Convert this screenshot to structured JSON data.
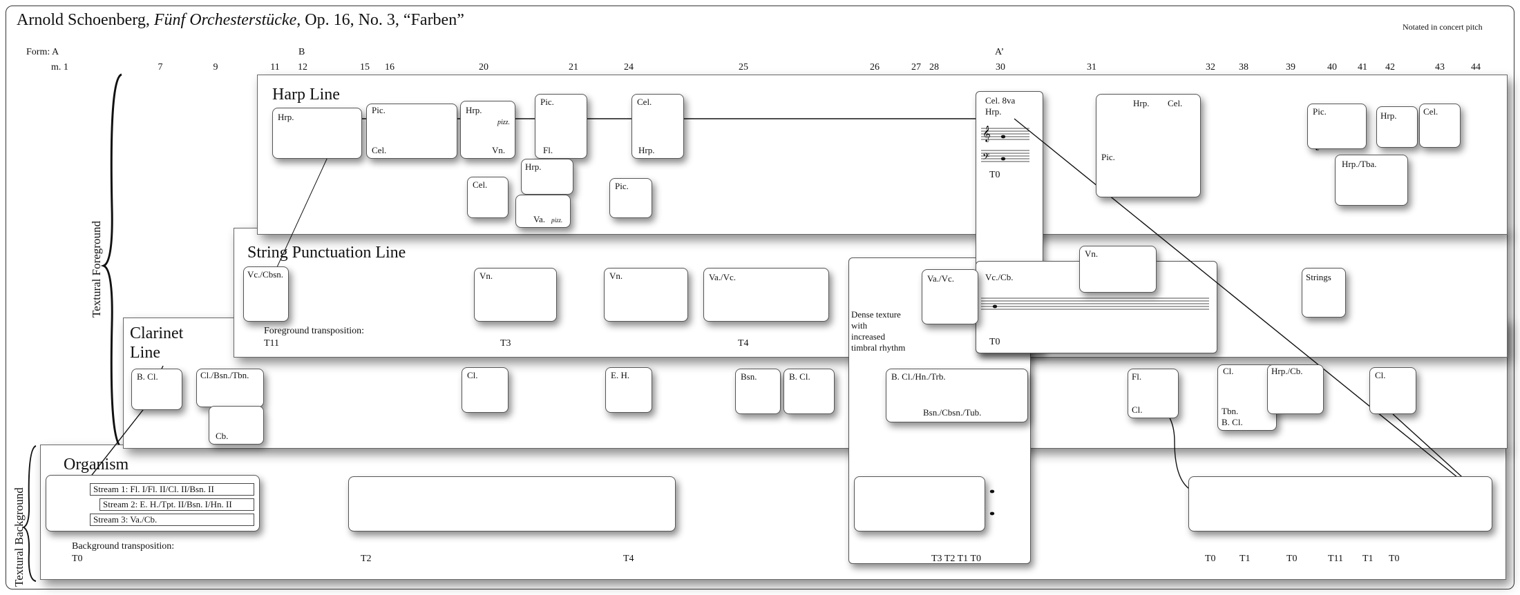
{
  "title": {
    "composer": "Arnold Schoenberg, ",
    "work": "Fünf Orchesterstücke",
    "rest": ", Op. 16, No. 3, “Farben”"
  },
  "pitch_note": "Notated in concert pitch",
  "form_label": "Form: A",
  "sections": {
    "b": "B",
    "a_prime": "A’"
  },
  "measure_prefix": "m. 1",
  "measures": [
    "7",
    "9",
    "11",
    "12",
    "15",
    "16",
    "20",
    "21",
    "24",
    "25",
    "26",
    "27",
    "28",
    "30",
    "31",
    "32",
    "38",
    "39",
    "40",
    "41",
    "42",
    "43",
    "44"
  ],
  "axis": {
    "foreground": "Textural Foreground",
    "background": "Textural Background"
  },
  "layers": {
    "harp": "Harp Line",
    "string": "String Punctuation Line",
    "clarinet_1": "Clarinet",
    "clarinet_2": "Line",
    "organism": "Organism"
  },
  "harp_boxes": {
    "hrp": "Hrp.",
    "pic_cel_top": "Pic.",
    "pic_cel_bottom": "Cel.",
    "hrp_vn_top": "Hrp.",
    "hrp_vn_bottom": "Vn.",
    "hrp_vn_pizz": "pizz.",
    "pic_fl_top": "Pic.",
    "pic_fl_bottom": "Fl.",
    "cel_hrp_top": "Cel.",
    "cel_hrp_bottom": "Hrp.",
    "cel_small": "Cel.",
    "hrp_small": "Hrp.",
    "va_small": "Va.",
    "va_pizz": "pizz.",
    "pic_small": "Pic.",
    "cel8va": "Cel. 8va",
    "cel8va_hrp": "Hrp.",
    "t0": "T0",
    "big_hrp": "Hrp.",
    "big_cel": "Cel.",
    "big_pic": "Pic.",
    "r_pic": "Pic.",
    "r_hrp": "Hrp.",
    "r_cel": "Cel.",
    "r_hrp_tba": "Hrp./Tba."
  },
  "string_boxes": {
    "vc_cbsn": "Vc./Cbsn.",
    "vn1": "Vn.",
    "vn2": "Vn.",
    "va_vc1": "Va./Vc.",
    "va_vc2": "Va./Vc.",
    "vc_cb": "Vc./Cb.",
    "vn3": "Vn.",
    "strings": "Strings",
    "transposition_label": "Foreground transposition:",
    "t11": "T11",
    "t3": "T3",
    "t4": "T4",
    "t0": "T0",
    "dense": [
      "Dense texture",
      "with",
      "increased",
      "timbral rhythm"
    ]
  },
  "clarinet_boxes": {
    "bcl": "B. Cl.",
    "cl_bsn_tbn": "Cl./Bsn./Tbn.",
    "cb": "Cb.",
    "cl1": "Cl.",
    "eh": "E. H.",
    "bsn": "Bsn.",
    "bcl2": "B. Cl.",
    "bcl_hn_trb": "B. Cl./Hn./Trb.",
    "bsn_cbsn_tub": "Bsn./Cbsn./Tub.",
    "fl": "Fl.",
    "fl_cl": "Cl.",
    "cl2": "Cl.",
    "tbn": "Tbn.",
    "tbn_bcl": "B. Cl.",
    "hrp_cb": "Hrp./Cb.",
    "cl3": "Cl."
  },
  "organism": {
    "streams": [
      "Stream 1: Fl. I/Fl. II/Cl. II/Bsn. II",
      "Stream 2: E. H./Tpt. II/Bsn. I/Hn. II",
      "Stream 3: Va./Cb."
    ],
    "transposition_label": "Background transposition:",
    "transpositions": [
      "T0",
      "T2",
      "T4",
      "T3 T2 T1 T0",
      "T0",
      "T1",
      "T0",
      "T11",
      "T1",
      "T0"
    ]
  }
}
